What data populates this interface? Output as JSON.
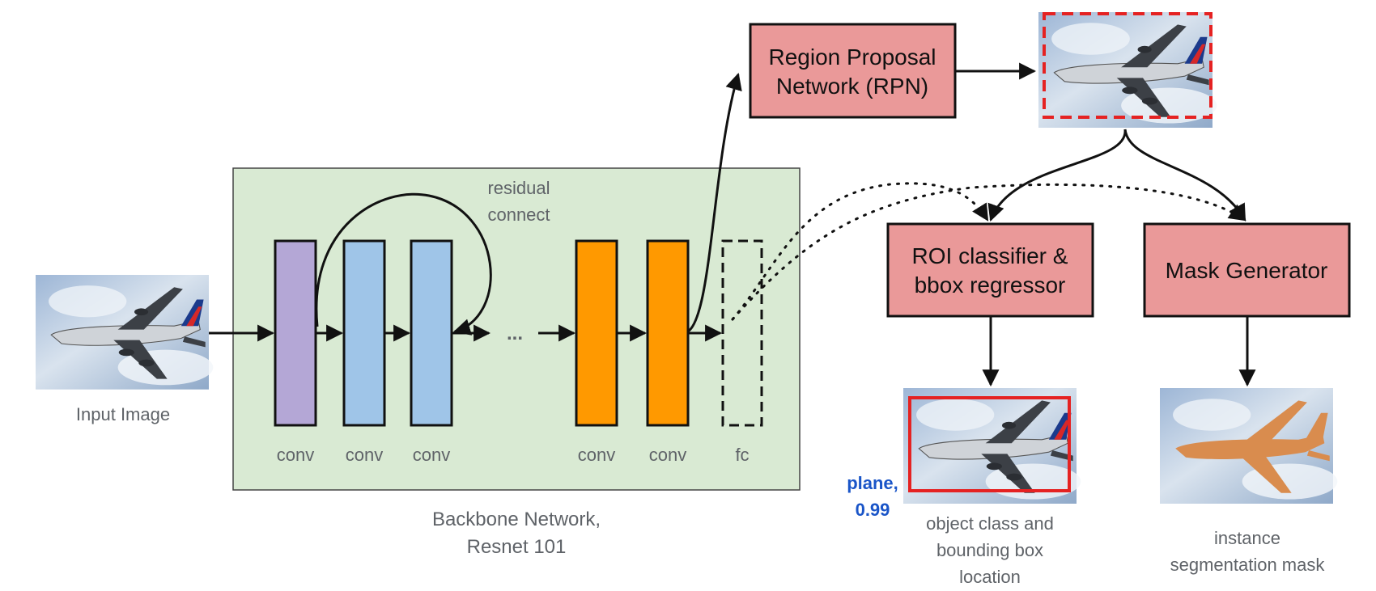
{
  "input_label": "Input Image",
  "backbone": {
    "caption_line1": "Backbone Network,",
    "caption_line2": "Resnet 101",
    "residual_line1": "residual",
    "residual_line2": "connect",
    "ellipsis": "...",
    "layers": [
      {
        "label": "conv",
        "color": "#b4a7d6"
      },
      {
        "label": "conv",
        "color": "#9fc5e8"
      },
      {
        "label": "conv",
        "color": "#9fc5e8"
      },
      {
        "label": "conv",
        "color": "#ff9900"
      },
      {
        "label": "conv",
        "color": "#ff9900"
      },
      {
        "label": "fc",
        "color": "none"
      }
    ],
    "bg_color": "#d9ead3"
  },
  "rpn": {
    "line1": "Region Proposal",
    "line2": "Network (RPN)"
  },
  "roi": {
    "line1": "ROI classifier &",
    "line2": "bbox regressor"
  },
  "mask": {
    "line1": "Mask Generator"
  },
  "box_color": "#ea9999",
  "detection": {
    "class": "plane,",
    "score": "0.99"
  },
  "output_bbox": {
    "line1": "object class and",
    "line2": "bounding box",
    "line3": "location"
  },
  "output_mask": {
    "line1": "instance",
    "line2": "segmentation mask"
  },
  "accent_red": "#e52222",
  "icons": [
    "airplane-image",
    "arrow-icon"
  ]
}
